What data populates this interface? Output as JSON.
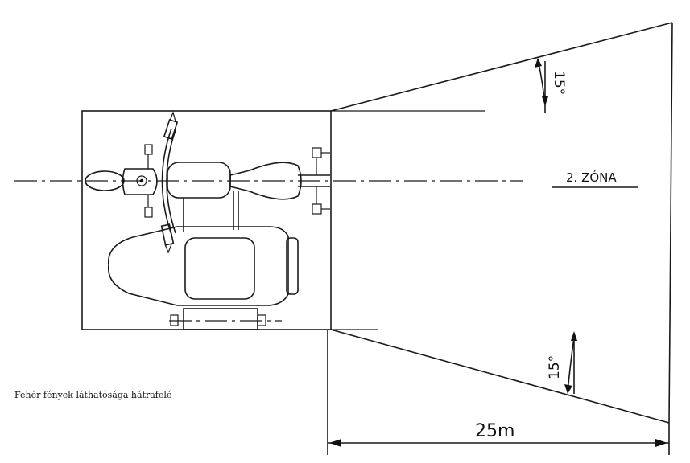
{
  "zone_label": "2. ZÓNA",
  "angle_top": "15°",
  "angle_bottom": "15°",
  "distance_label": "25m",
  "caption": "Fehér fények láthatósága hátrafelé"
}
